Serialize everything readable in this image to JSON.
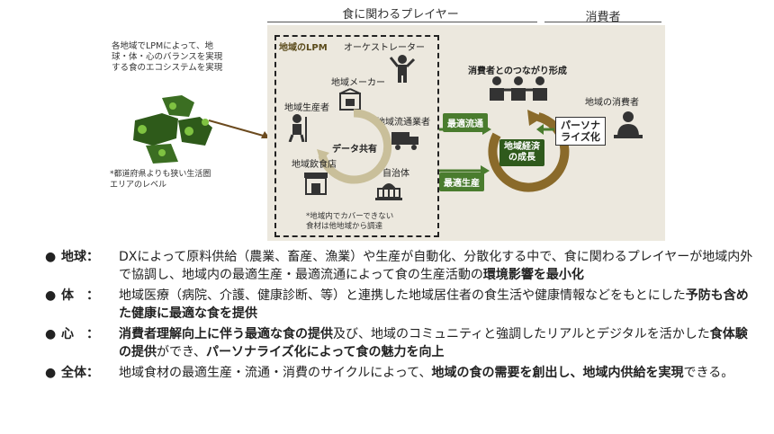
{
  "header": {
    "players": "食に関わるプレイヤー",
    "consumers": "消費者"
  },
  "left_text": {
    "caption": [
      "各地域でLPMによって、地",
      "球・体・心のバランスを実現",
      "する食のエコシステムを実現"
    ],
    "note": [
      "*都道府県よりも狭い生活圏",
      "エリアのレベル"
    ]
  },
  "lpm": {
    "title": "地域のLPM",
    "orchestrator": "オーケストレーター",
    "maker": "地域メーカー",
    "producer": "地域生産者",
    "distributor": "地域流通業者",
    "data_share": "データ共有",
    "restaurant": "地域飲食店",
    "government": "自治体",
    "note": [
      "*地域内でカバーできない",
      "食材は他地域から調達"
    ]
  },
  "consumer_side": {
    "connection": "消費者とのつながり形成",
    "local_consumer": "地域の消費者",
    "optimal_distribution": "最適流通",
    "optimal_production": "最適生産",
    "personalize": [
      "パーソナ",
      "ライズ化"
    ],
    "growth": [
      "地域経済",
      "の成長"
    ]
  },
  "bullets": [
    {
      "marker": "●",
      "term": "地球：",
      "parts": [
        {
          "t": "DXによって原料供給（農業、畜産、漁業）や生産が自動化、分散化する中で、食に関わるプレイヤーが地域内外で協調し、地域内の最適生産・最適流通によって食の生産活動の",
          "b": false
        },
        {
          "t": "環境影響を最小化",
          "b": true
        }
      ]
    },
    {
      "marker": "●",
      "term": "体　：",
      "parts": [
        {
          "t": "地域医療（病院、介護、健康診断、等）と連携した地域居住者の食生活や健康情報などをもとにした",
          "b": false
        },
        {
          "t": "予防も含めた健康に最適な食を提供",
          "b": true
        }
      ]
    },
    {
      "marker": "●",
      "term": "心　：",
      "parts": [
        {
          "t": "消費者理解向上に伴う最適な食の提供",
          "b": true
        },
        {
          "t": "及び、地域のコミュニティと強調したリアルとデジタルを活かした",
          "b": false
        },
        {
          "t": "食体験の提供",
          "b": true
        },
        {
          "t": "ができ、",
          "b": false
        },
        {
          "t": "パーソナライズ化によって食の魅力を向上",
          "b": true
        }
      ]
    },
    {
      "marker": "●",
      "term": "全体：",
      "parts": [
        {
          "t": "地域食材の最適生産・流通・消費のサイクルによって、",
          "b": false
        },
        {
          "t": "地域の食の需要を創出し、地域内供給を実現",
          "b": true
        },
        {
          "t": "できる。",
          "b": false
        }
      ]
    }
  ],
  "colors": {
    "panel": "#ece8de",
    "green": "#4a7c2e",
    "brown": "#8a6a2a",
    "cycle": "#c9bf9a"
  }
}
